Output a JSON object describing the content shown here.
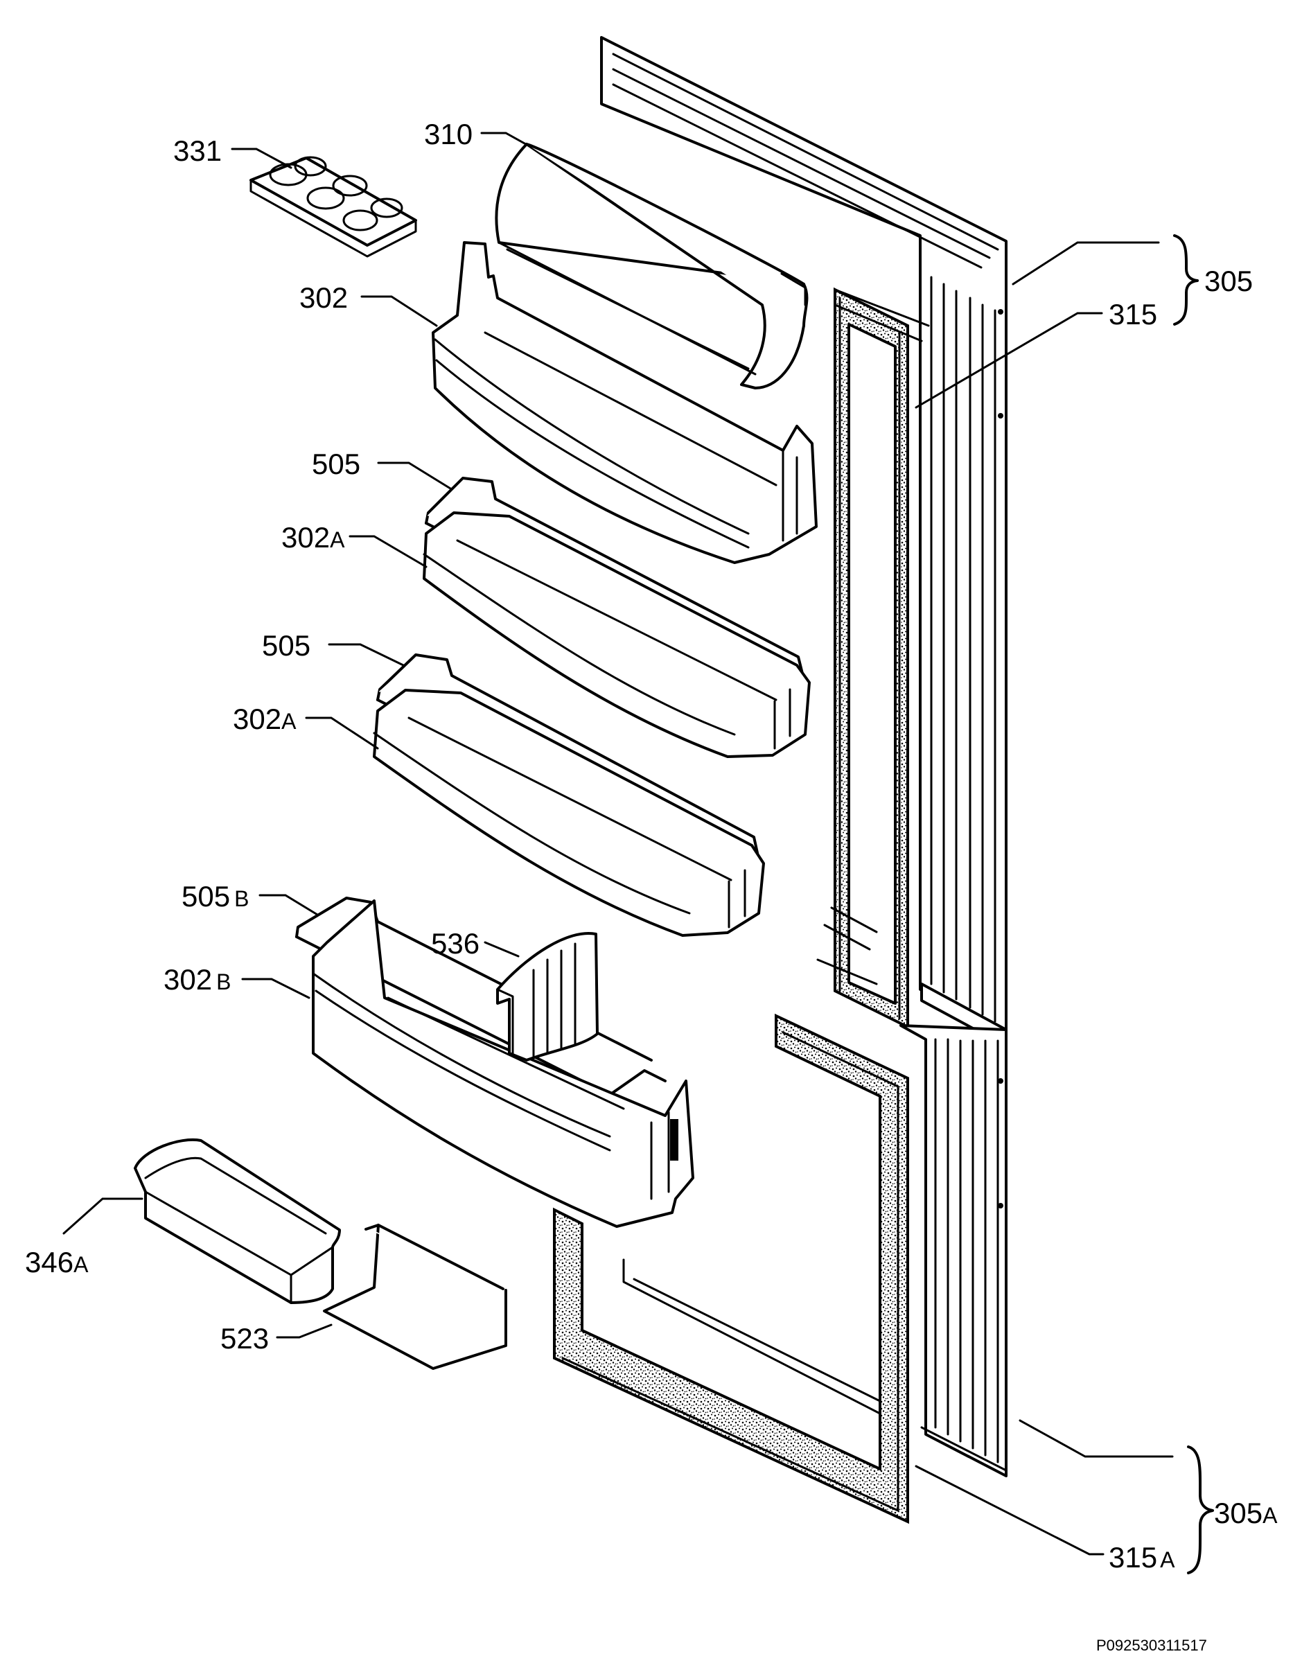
{
  "diagram": {
    "type": "exploded-parts-view",
    "subject": "refrigerator door and door accessories",
    "drawing_code": "P092530311517",
    "line_color": "#000000",
    "background_color": "#ffffff"
  },
  "callouts": {
    "c331": {
      "number": "331",
      "suffix": ""
    },
    "c310": {
      "number": "310",
      "suffix": ""
    },
    "c302": {
      "number": "302",
      "suffix": ""
    },
    "c505_1": {
      "number": "505",
      "suffix": ""
    },
    "c302a_1": {
      "number": "302",
      "suffix": "A"
    },
    "c505_2": {
      "number": "505",
      "suffix": ""
    },
    "c302a_2": {
      "number": "302",
      "suffix": "A"
    },
    "c505b": {
      "number": "505",
      "suffix": "B"
    },
    "c536": {
      "number": "536",
      "suffix": ""
    },
    "c302b": {
      "number": "302",
      "suffix": "B"
    },
    "c346a": {
      "number": "346",
      "suffix": "A"
    },
    "c523": {
      "number": "523",
      "suffix": ""
    },
    "c305": {
      "number": "305",
      "suffix": ""
    },
    "c315": {
      "number": "315",
      "suffix": ""
    },
    "c305a": {
      "number": "305",
      "suffix": "A"
    },
    "c315a": {
      "number": "315",
      "suffix": "A"
    }
  }
}
